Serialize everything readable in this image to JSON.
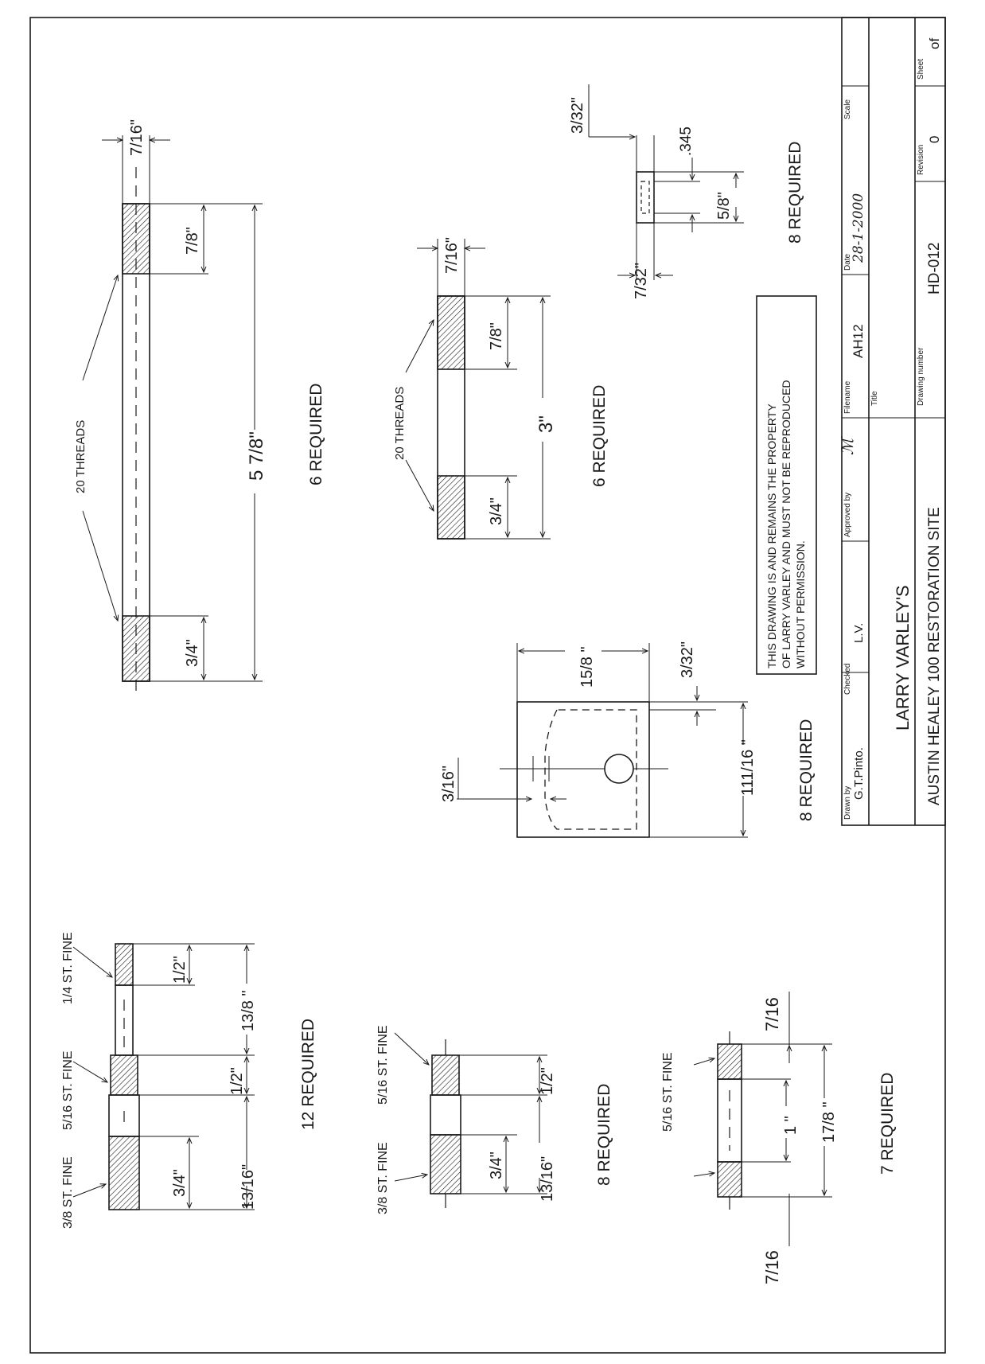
{
  "title_block": {
    "drawn_by_label": "Drawn by",
    "drawn_by": "G.T.Pinto.",
    "checked_label": "Checked",
    "checked": "L.V.",
    "approved_by_label": "Approved by",
    "filename_label": "Filename",
    "filename": "AH12",
    "date_label": "Date",
    "date": "28-1-2000",
    "scale_label": "Scale",
    "title_label": "Title",
    "title_line1": "LARRY VARLEY'S",
    "title_line2": "AUSTIN HEALEY 100 RESTORATION SITE",
    "drawing_number_label": "Drawing number",
    "drawing_number": "HD-012",
    "revision_label": "Revision",
    "revision": "0",
    "sheet_label": "Sheet",
    "sheet": "of"
  },
  "notice": {
    "line1": "THIS DRAWING IS AND REMAINS THE PROPERTY",
    "line2": "OF LARRY VARLEY AND MUST NOT BE    REPRODUCED",
    "line3": "WITHOUT PERMISSION."
  },
  "parts": {
    "long_rod": {
      "threads": "20 THREADS",
      "dim_a": "3/4\"",
      "dim_b": "7/8\"",
      "dia": "7/16\"",
      "length": "5 7/8\"",
      "qty": "6 REQUIRED"
    },
    "short_rod": {
      "threads": "20 THREADS",
      "dim_a": "3/4\"",
      "dim_b": "7/8\"",
      "dia": "7/16\"",
      "length": "3\"",
      "qty": "6 REQUIRED"
    },
    "small_part": {
      "top": "3/32\"",
      "dim_345": ".345",
      "dim_58": "5/8\"",
      "dim_732": "7/32\"",
      "qty": "8 REQUIRED"
    },
    "plate": {
      "width": "15/8 \"",
      "thick": "3/32\"",
      "hole": "3/16\"",
      "height": "111/16 \"",
      "qty": "8 REQUIRED"
    },
    "stud_three": {
      "t1": "3/8  ST.  FINE",
      "t2": "5/16  ST.  FINE",
      "t3": "1/4  ST.  FINE",
      "d1": "3/4\"",
      "d2": "1/2\"",
      "d3": "1/2\"",
      "d4": "13/16\"",
      "d5": "13/8 \"",
      "qty": "12 REQUIRED"
    },
    "stud_two": {
      "t1": "3/8  ST.  FINE",
      "t2": "5/16  ST.  FINE",
      "d1": "3/4\"",
      "d2": "1/2\"",
      "d3": "13/16\"",
      "qty": "8 REQUIRED"
    },
    "stud_one": {
      "t1": "5/16  ST.  FINE",
      "d_left": "7/16",
      "d_right": "7/16",
      "d1": "1 \"",
      "d2": "17/8 \"",
      "qty": "7 REQUIRED"
    }
  }
}
